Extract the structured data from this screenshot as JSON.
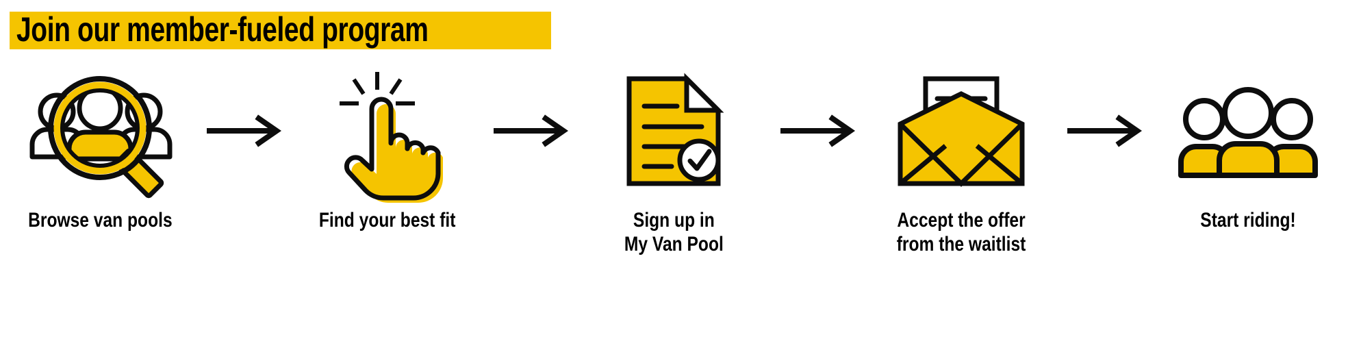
{
  "title": {
    "text": "Join our member-fueled program",
    "highlight_color": "#F5C400",
    "text_color": "#000000"
  },
  "theme": {
    "accent_yellow": "#F5C400",
    "outline_black": "#0D0D0D",
    "background": "#FFFFFF"
  },
  "flow": {
    "arrow_label": "arrow-right",
    "steps": [
      {
        "index": 1,
        "icon": "magnifying-glass-people-icon",
        "caption": "Browse van pools"
      },
      {
        "index": 2,
        "icon": "pointing-hand-click-icon",
        "caption": "Find your best fit"
      },
      {
        "index": 3,
        "icon": "document-checkmark-icon",
        "caption": "Sign up in\nMy Van Pool"
      },
      {
        "index": 4,
        "icon": "open-envelope-letter-icon",
        "caption": "Accept the offer\nfrom the waitlist"
      },
      {
        "index": 5,
        "icon": "three-people-group-icon",
        "caption": "Start riding!"
      }
    ]
  }
}
